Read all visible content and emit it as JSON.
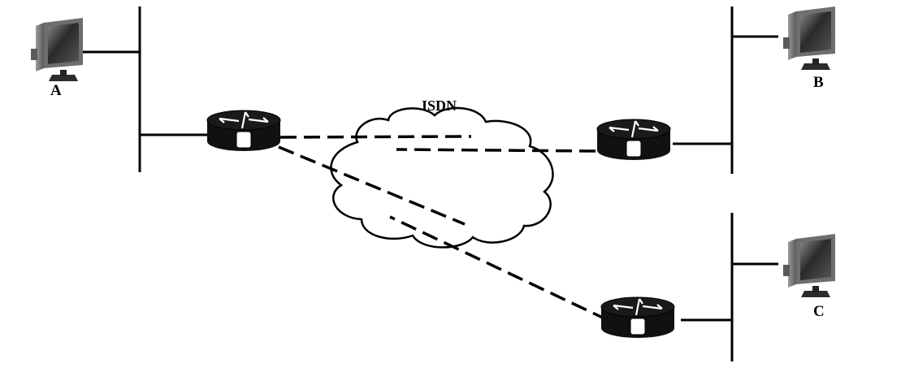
{
  "network": {
    "cloud_label": "ISDN",
    "hosts": [
      {
        "id": "A",
        "label": "A"
      },
      {
        "id": "B",
        "label": "B"
      },
      {
        "id": "C",
        "label": "C"
      }
    ],
    "colors": {
      "line": "#000000",
      "router_body": "#111111",
      "monitor_screen": "#3a3a3a"
    }
  }
}
